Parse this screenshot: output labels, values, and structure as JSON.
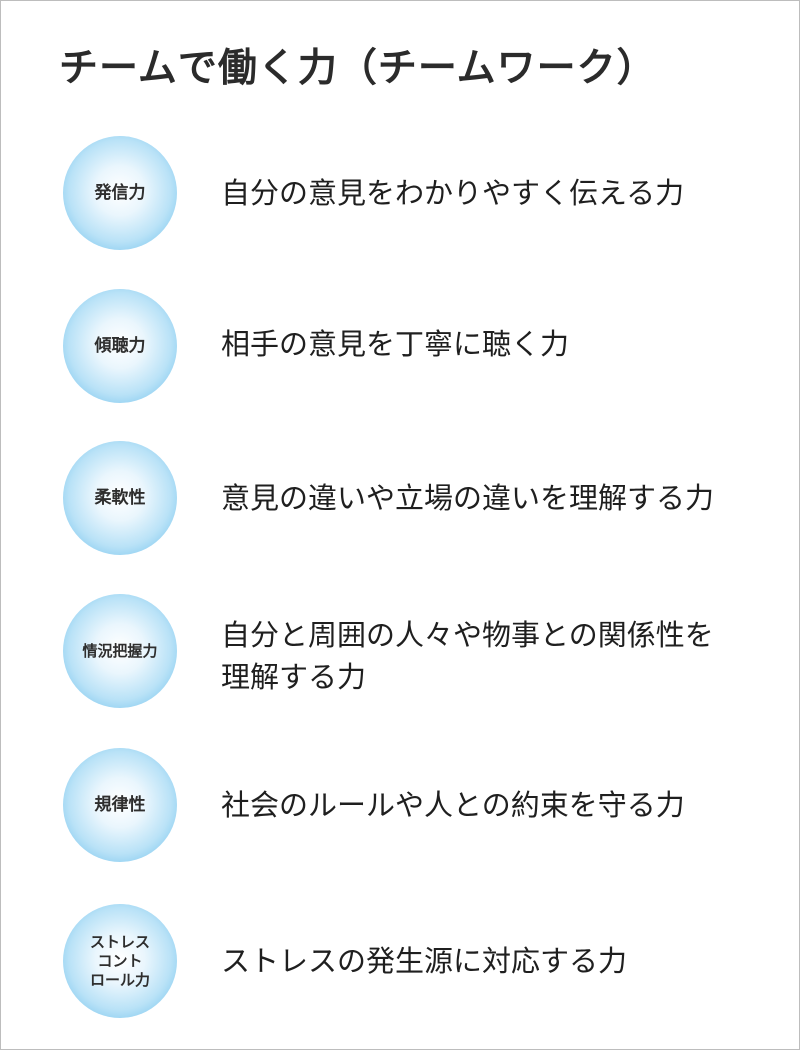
{
  "title": "チームで働く力（チームワーク）",
  "items": [
    {
      "label": "発信力",
      "description": [
        "自分の意見をわかりやすく伝える力"
      ]
    },
    {
      "label": "傾聴力",
      "description": [
        "相手の意見を丁寧に聴く力"
      ]
    },
    {
      "label": "柔軟性",
      "description": [
        "意見の違いや立場の違いを理解する力"
      ]
    },
    {
      "label": "情況把握力",
      "description": [
        "自分と周囲の人々や物事との関係性を",
        "理解する力"
      ]
    },
    {
      "label": "規律性",
      "description": [
        "社会のルールや人との約束を守る力"
      ]
    },
    {
      "label": "ストレス\nコント\nロール力",
      "description": [
        "ストレスの発生源に対応する力"
      ]
    }
  ]
}
